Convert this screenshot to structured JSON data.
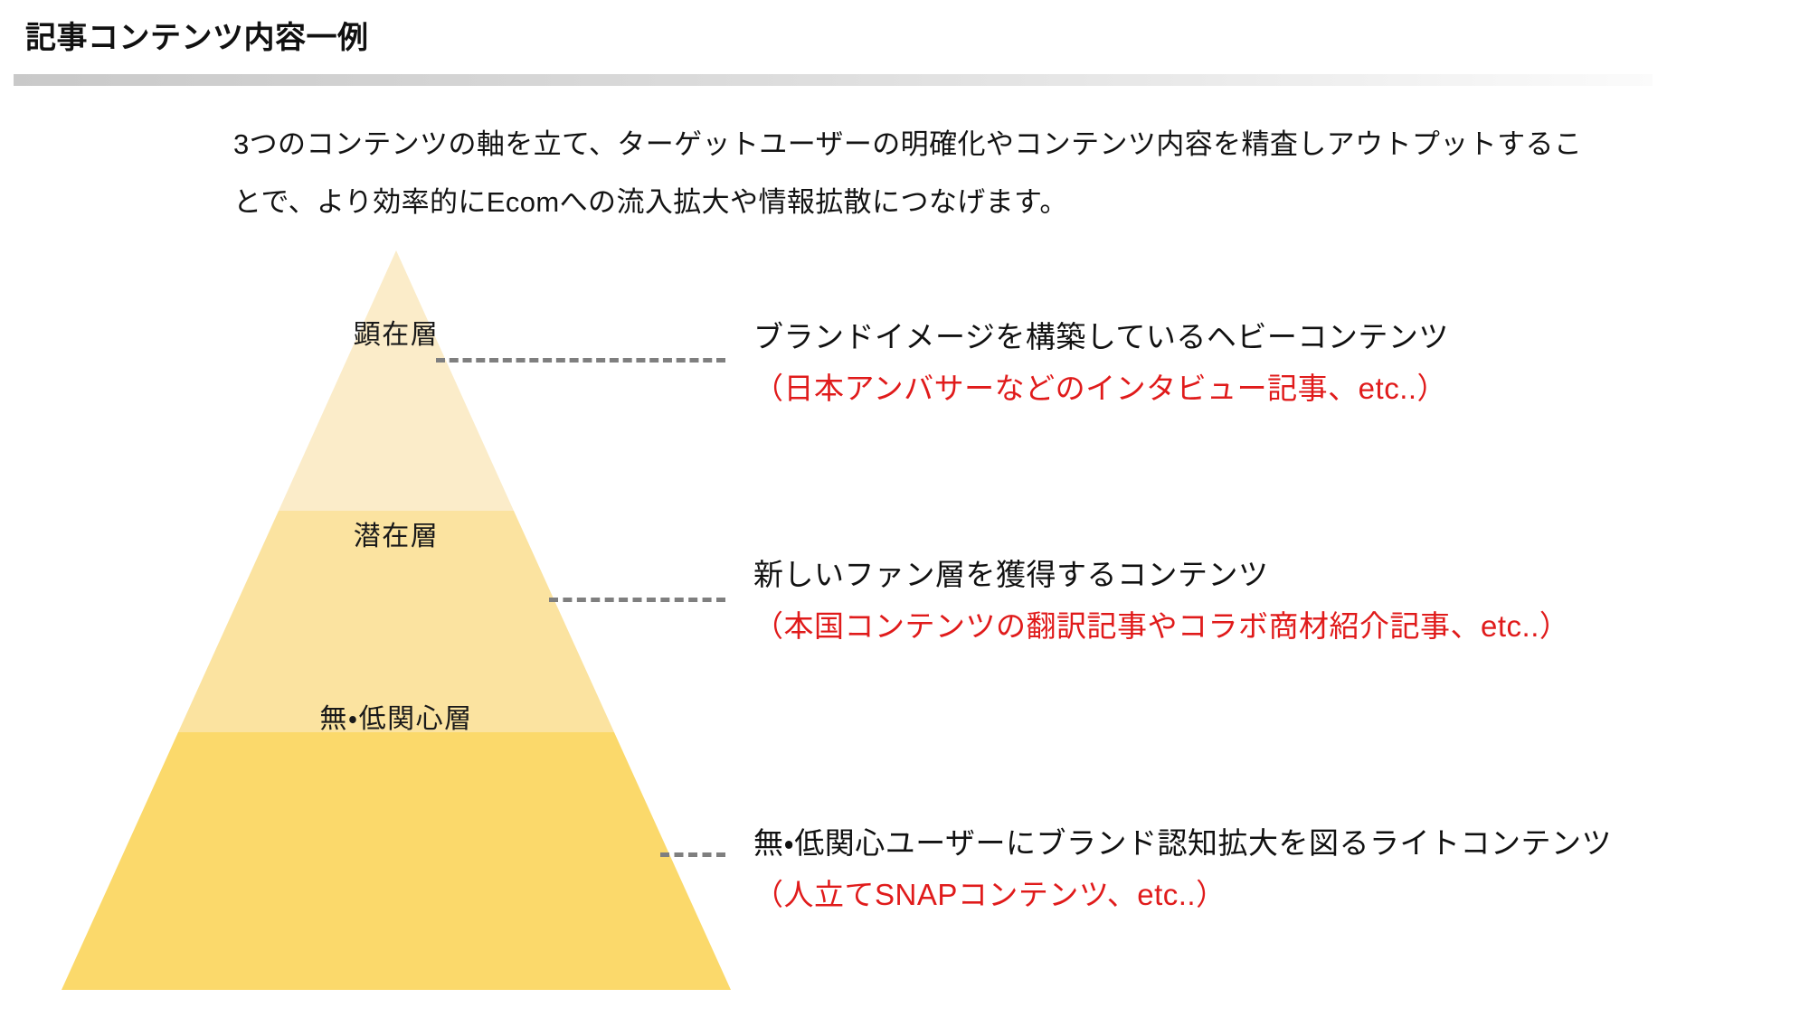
{
  "header": {
    "title": "記事コンテンツ内容一例",
    "divider_color_left": "#c9c9c9",
    "divider_color_right": "#fbfbfb"
  },
  "lead": {
    "paragraph": "3つのコンテンツの軸を立て、ターゲットユーザーの明確化やコンテンツ内容を精査しアウトプットすることで、より効率的にEcomへの流入拡大や情報拡散につなげます。"
  },
  "diagram": {
    "type": "pyramid",
    "tier_count": 3,
    "tiers": [
      {
        "label": "顕在層",
        "color": "#fbecc9",
        "position": "top"
      },
      {
        "label": "潜在層",
        "color": "#fbe3a0",
        "position": "middle"
      },
      {
        "label": "無・低関心層",
        "color": "#fbd96b",
        "position": "bottom"
      }
    ],
    "connector_color": "#7f7f7f",
    "connector_style": "dashed"
  },
  "annotations": [
    {
      "heading": "ブランドイメージを構築しているヘビーコンテンツ",
      "detail": "（日本アンバサーなどのインタビュー記事、etc..）",
      "detail_color": "#e01b1b",
      "tier": "顕在層"
    },
    {
      "heading": "新しいファン層を獲得するコンテンツ",
      "detail": "（本国コンテンツの翻訳記事やコラボ商材紹介記事、etc..）",
      "detail_color": "#e01b1b",
      "tier": "潜在層"
    },
    {
      "heading": "無・低関心ユーザーにブランド認知拡大を図るライトコンテンツ",
      "detail": "（人立てSNAPコンテンツ、etc..）",
      "detail_color": "#e01b1b",
      "tier": "無・低関心層"
    }
  ]
}
